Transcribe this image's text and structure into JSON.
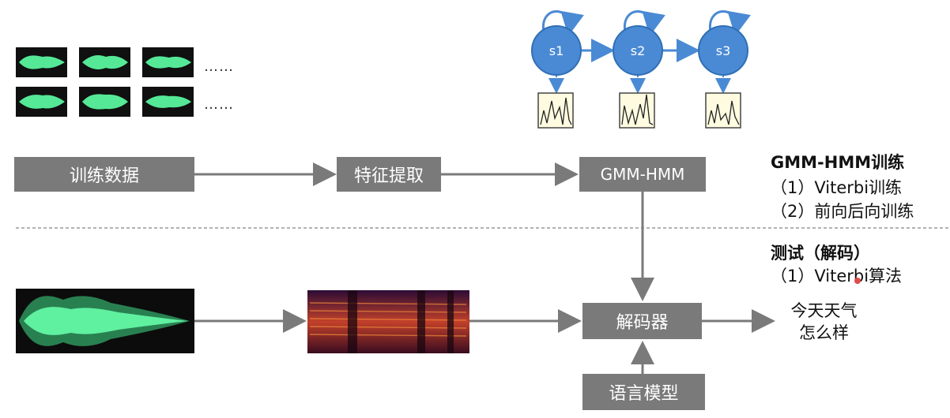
{
  "boxes": {
    "train_data": "训练数据",
    "feature_extract": "特征提取",
    "gmm_hmm": "GMM-HMM",
    "decoder": "解码器",
    "language_model": "语言模型"
  },
  "states": [
    "s1",
    "s2",
    "s3"
  ],
  "ellipsis_1": "……",
  "ellipsis_2": "……",
  "right_text": {
    "train_title": "GMM-HMM训练",
    "train_item_1": "（1）Viterbi训练",
    "train_item_2": "（2）前向后向训练",
    "test_title": "测试（解码）",
    "test_item_1": "（1）Viterbi算法"
  },
  "output_text": {
    "line1": "今天天气",
    "line2": "怎么样"
  },
  "colors": {
    "box_bg": "#7a7a7a",
    "state_fill": "#4a8ad4",
    "arrow": "#7a7a7a",
    "wave_green": "#4ee08a"
  }
}
